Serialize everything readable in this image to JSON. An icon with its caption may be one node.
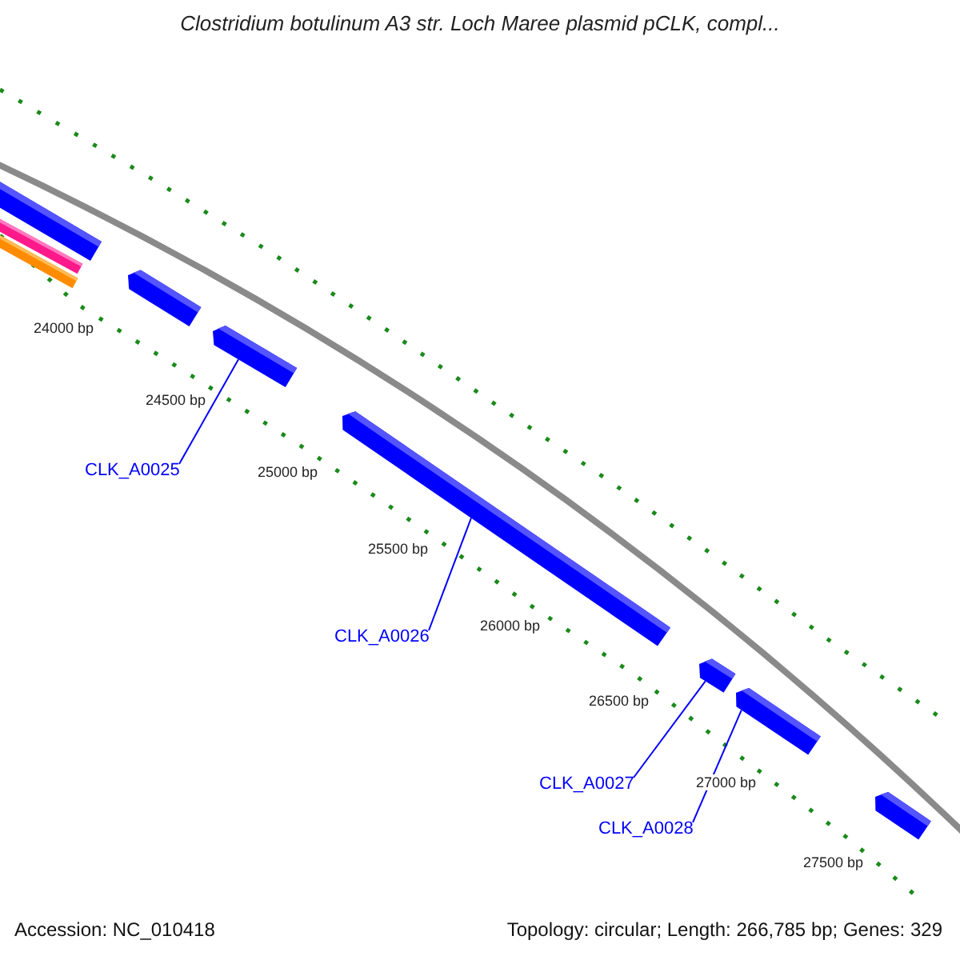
{
  "diagram": {
    "title": "Clostridium botulinum A3 str. Loch Maree plasmid pCLK, compl...",
    "nodes": [
      {
        "text": [],
        "shape": "bar"
      },
      {
        "text": [],
        "shape": "bar"
      },
      {
        "text": [],
        "shape": "bar"
      },
      {
        "text": [],
        "shape": "bar"
      },
      {
        "text": [],
        "shape": "bar"
      },
      {
        "text": [],
        "shape": "bar"
      },
      {
        "text": [],
        "shape": "bar"
      },
      {
        "text": [],
        "shape": "bar"
      },
      {
        "text": [],
        "shape": "bar"
      },
      {
        "text": [
          "CLK_A0025"
        ]
      },
      {
        "text": [
          "CLK_A0026"
        ]
      },
      {
        "text": [
          "CLK_A0027"
        ]
      },
      {
        "text": [
          "CLK_A0028"
        ]
      }
    ],
    "edges": [
      {
        "from": 9,
        "to": 4,
        "arrow": "none"
      },
      {
        "from": 10,
        "to": 5,
        "arrow": "none"
      },
      {
        "from": 11,
        "to": 6,
        "arrow": "none"
      },
      {
        "from": 12,
        "to": 7,
        "arrow": "none"
      }
    ],
    "labels": [
      "24000 bp",
      "24500 bp",
      "25000 bp",
      "25500 bp",
      "26000 bp",
      "26500 bp",
      "27000 bp",
      "27500 bp",
      "Accession: NC_010418",
      "Topology: circular; Length: 266,785 bp; Genes: 329"
    ]
  }
}
